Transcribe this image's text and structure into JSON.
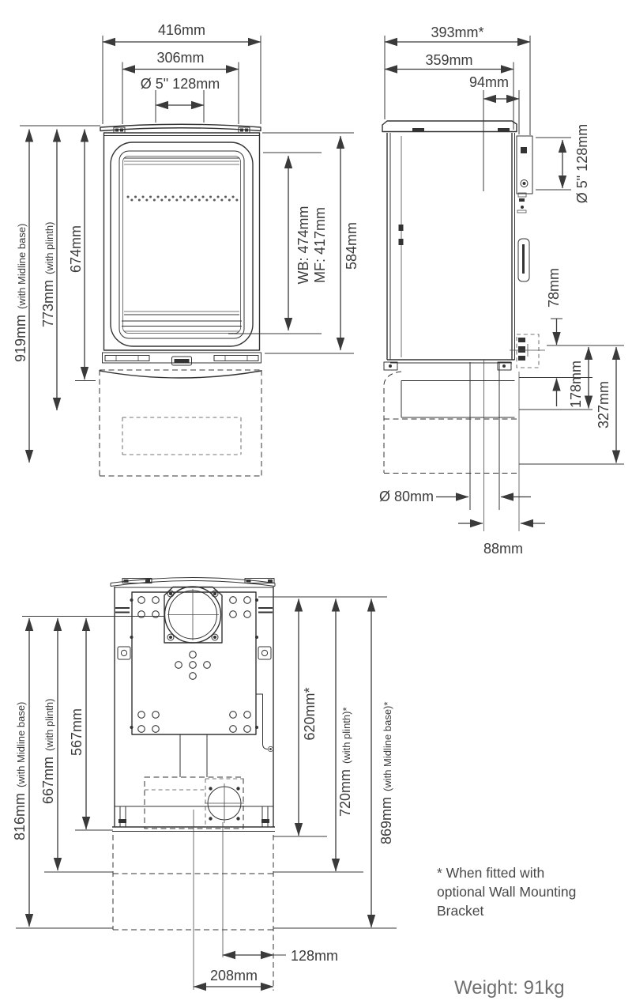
{
  "drawing": {
    "front_view": {
      "width_overall": "416mm",
      "width_inner": "306mm",
      "width_flue": "Ø 5\" 128mm",
      "height_midline": {
        "value": "919mm",
        "note": "(with Midline base)"
      },
      "height_plinth": {
        "value": "773mm",
        "note": "(with plinth)"
      },
      "height_body": "674mm",
      "glass_wb": "WB: 474mm",
      "glass_mf": "MF: 417mm",
      "height_door": "584mm"
    },
    "side_view": {
      "depth_overall": "393mm*",
      "depth_body": "359mm",
      "flue_centre_offset": "94mm",
      "flue_diameter": "Ø 5\" 128mm",
      "rear_offset_78": "78mm",
      "rear_offset_178": "178mm",
      "rear_offset_327": "327mm",
      "pipe_diameter": "Ø 80mm",
      "pipe_offset": "88mm"
    },
    "rear_view": {
      "height_midline": {
        "value": "816mm",
        "note": "(with Midline base)"
      },
      "height_plinth": {
        "value": "667mm",
        "note": "(with plinth)"
      },
      "height_body": "567mm",
      "bracket_620": "620mm*",
      "bracket_720": {
        "value": "720mm",
        "note": "(with plinth)*"
      },
      "bracket_869": {
        "value": "869mm",
        "note": "(with Midline base)*"
      }
    },
    "rear_bottom": {
      "outlet_offset": "128mm",
      "centre_offset": "208mm"
    }
  },
  "footnote": {
    "line1": "* When fitted with",
    "line2": "optional Wall Mounting",
    "line3": "Bracket"
  },
  "weight_label": "Weight: 91kg",
  "colors": {
    "line": "#333333",
    "dimension_text": "#3b3b3b",
    "weight_text": "#6f6f6f",
    "background": "#ffffff"
  }
}
